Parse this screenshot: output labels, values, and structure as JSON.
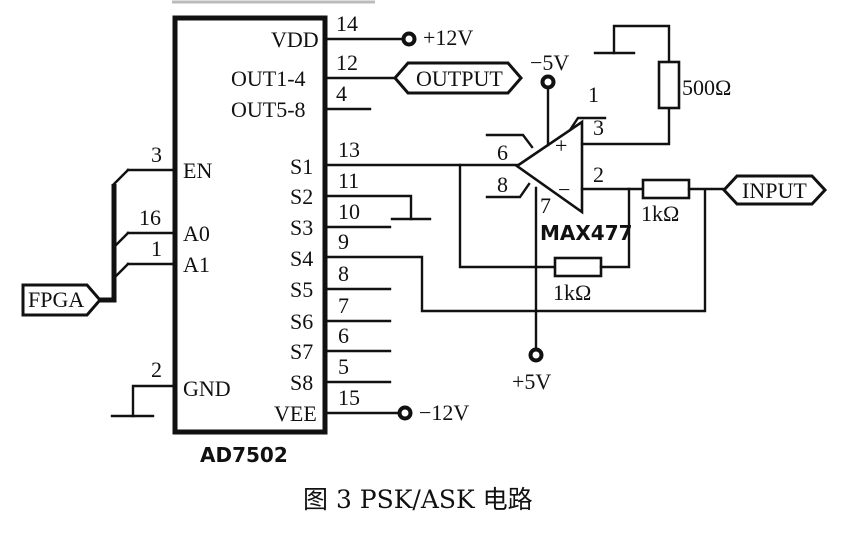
{
  "diagram": {
    "caption": "图 3  PSK/ASK 电路",
    "ad7502": {
      "name": "AD7502",
      "left_pins": [
        {
          "label": "EN",
          "pin": "3"
        },
        {
          "label": "A0",
          "pin": "16"
        },
        {
          "label": "A1",
          "pin": "1"
        },
        {
          "label": "GND",
          "pin": "2"
        }
      ],
      "right_pins": [
        {
          "label": "VDD",
          "pin": "14"
        },
        {
          "label": "OUT1-4",
          "pin": "12"
        },
        {
          "label": "OUT5-8",
          "pin": "4"
        },
        {
          "label": "S1",
          "pin": "13"
        },
        {
          "label": "S2",
          "pin": "11"
        },
        {
          "label": "S3",
          "pin": "10"
        },
        {
          "label": "S4",
          "pin": "9"
        },
        {
          "label": "S5",
          "pin": "8"
        },
        {
          "label": "S6",
          "pin": "7"
        },
        {
          "label": "S7",
          "pin": "6"
        },
        {
          "label": "S8",
          "pin": "5"
        },
        {
          "label": "VEE",
          "pin": "15"
        }
      ]
    },
    "max477": {
      "name": "MAX477",
      "pins": {
        "p1": "1",
        "p2": "2",
        "p3": "3",
        "p6": "6",
        "p7": "7",
        "p8": "8"
      },
      "plus": "+",
      "minus": "−"
    },
    "supplies": {
      "vdd": "+12V",
      "vee": "−12V",
      "neg5": "−5V",
      "pos5": "+5V"
    },
    "ports": {
      "fpga": "FPGA",
      "output": "OUTPUT",
      "input": "INPUT"
    },
    "resistors": {
      "r500": "500Ω",
      "r1k_input": "1kΩ",
      "r1k_feedback": "1kΩ"
    }
  }
}
